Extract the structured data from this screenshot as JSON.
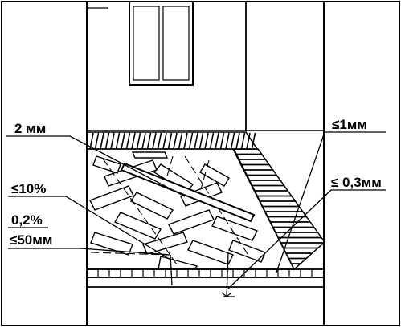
{
  "labels": {
    "tolerance_2mm": "2 мм",
    "tolerance_1mm": "≤1мм",
    "tolerance_10pct": "≤10%",
    "tolerance_03mm": "≤ 0,3мм",
    "slope_02pct": "0,2%",
    "slope_50mm": "≤50мм"
  }
}
